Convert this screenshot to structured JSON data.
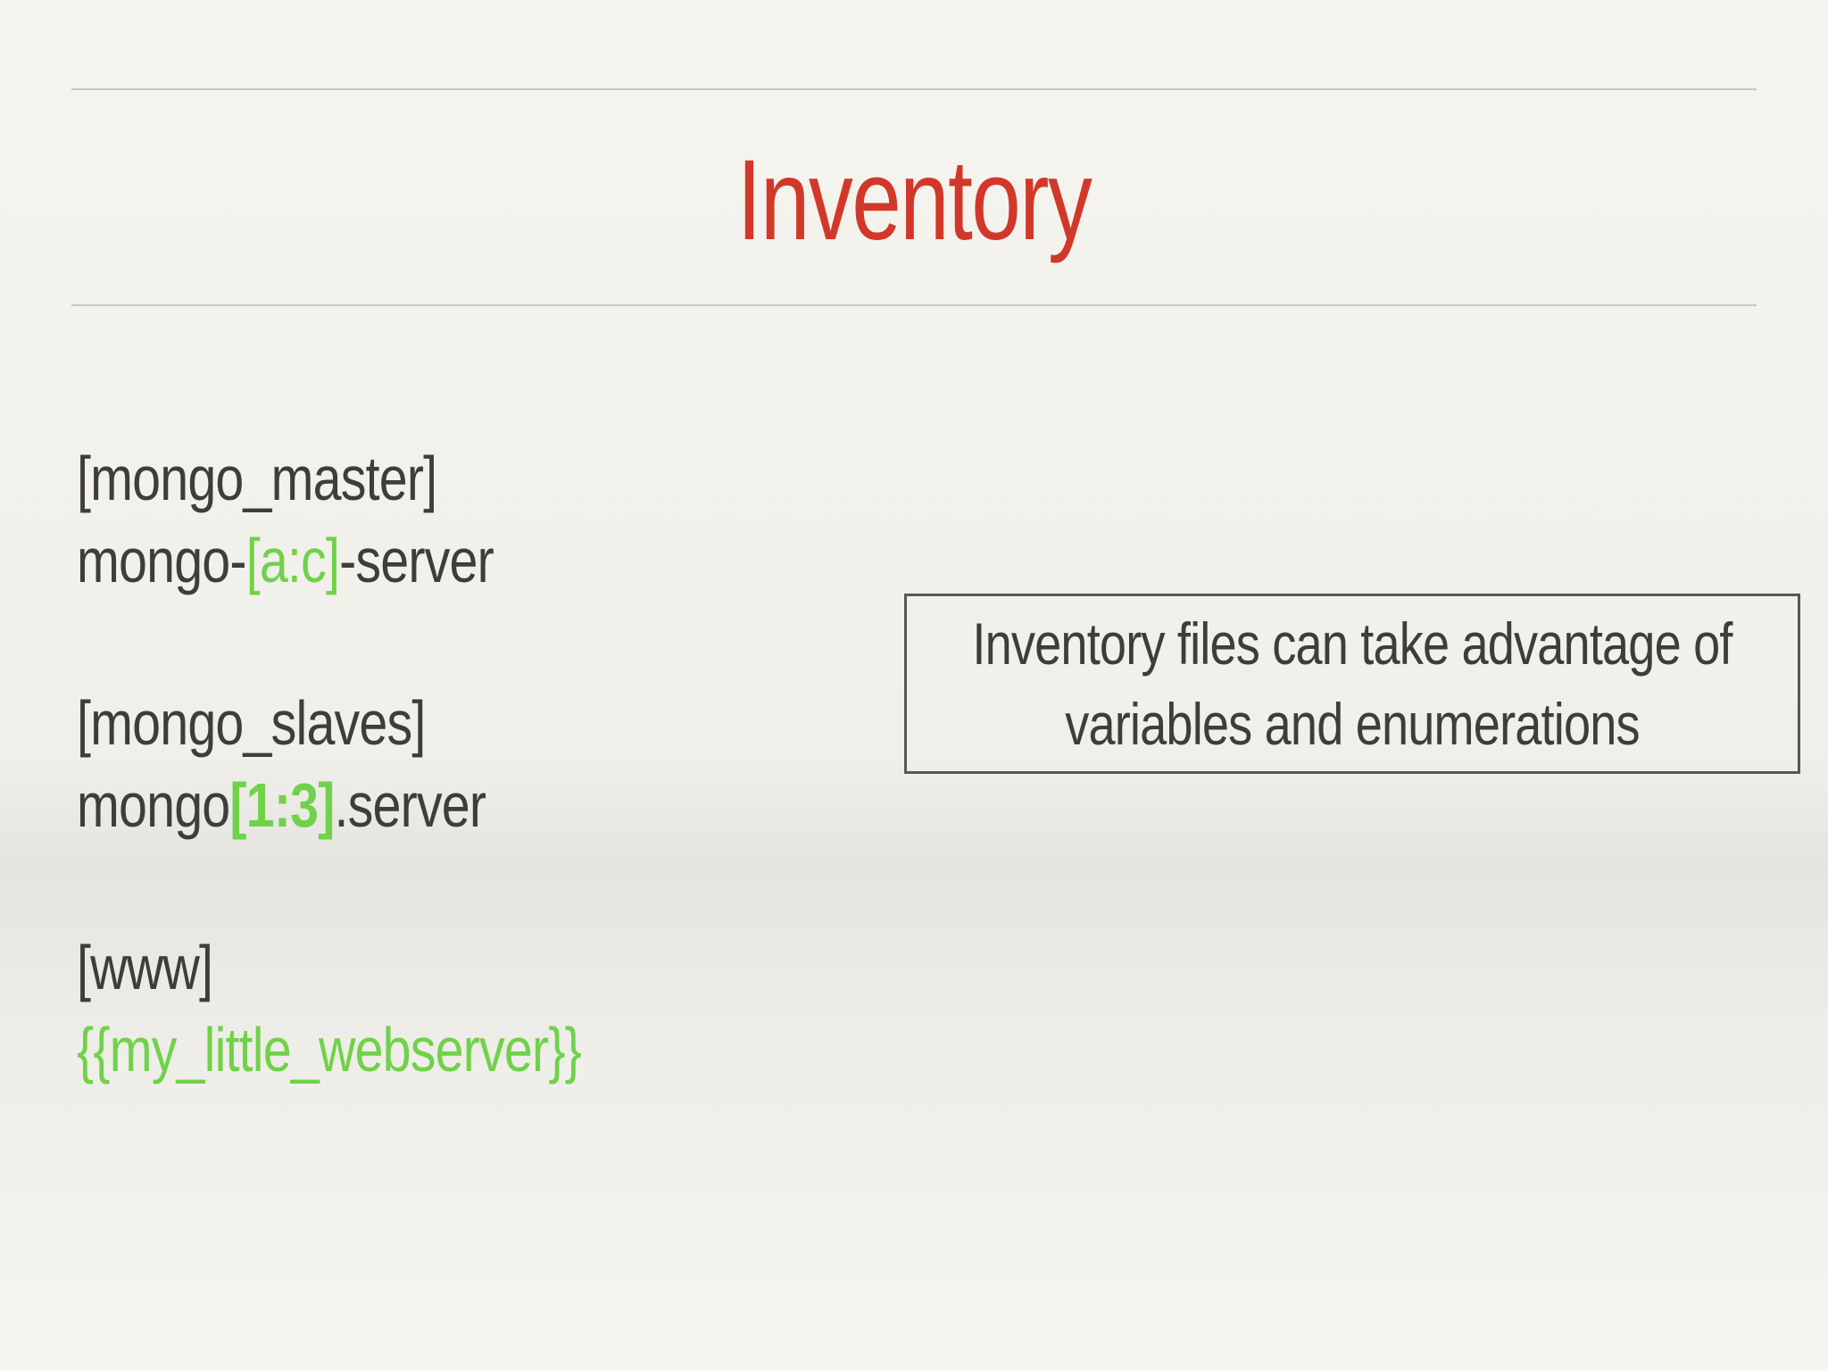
{
  "slide": {
    "title": "Inventory",
    "inventory": {
      "group1": {
        "header": "[mongo_master]",
        "host_prefix": "mongo-",
        "host_range": "[a:c]",
        "host_suffix": "-server"
      },
      "group2": {
        "header": "[mongo_slaves]",
        "host_prefix": "mongo",
        "host_range": "[1:3]",
        "host_suffix": ".server"
      },
      "group3": {
        "header": "[www]",
        "host_variable": "{{my_little_webserver}}"
      }
    },
    "note": "Inventory files can take advantage of variables and enumerations",
    "colors": {
      "title": "#d2382a",
      "text": "#3f3d3b",
      "highlight": "#6fd24a",
      "rule": "#c9c7c1",
      "border": "#595755"
    }
  }
}
